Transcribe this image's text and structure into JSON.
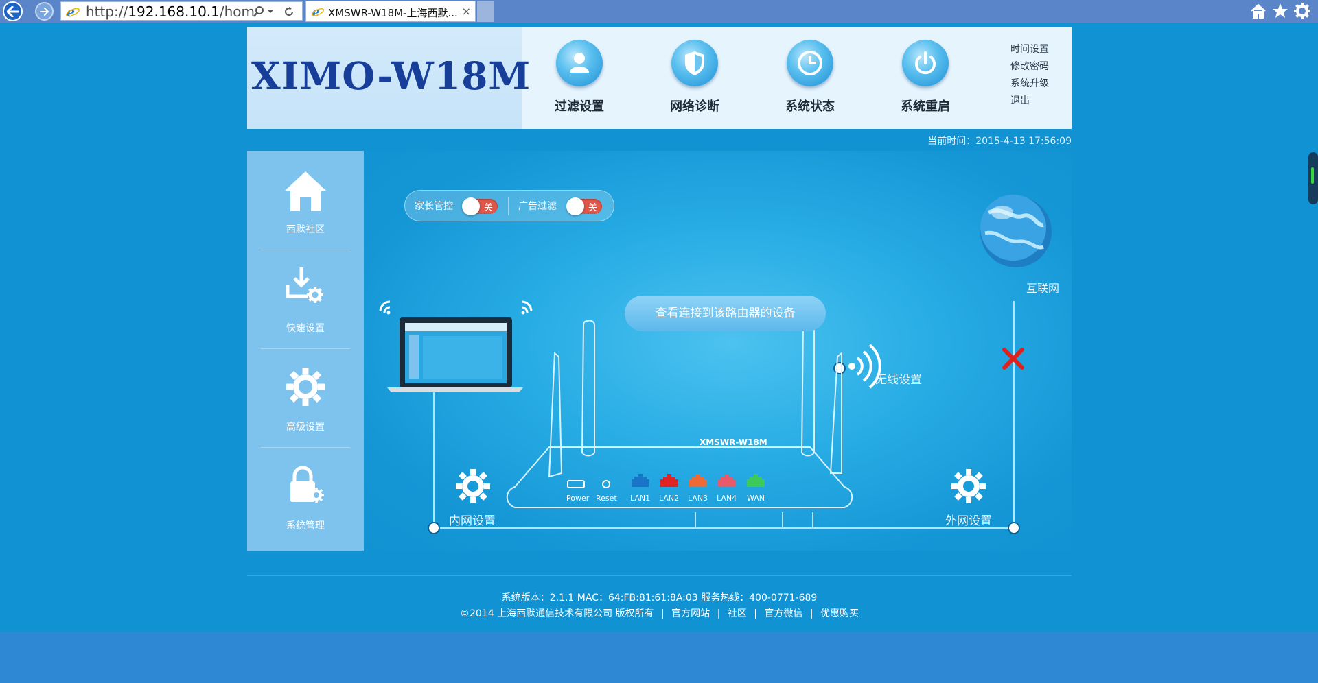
{
  "browser": {
    "url": "http://192.168.10.1/hom",
    "url_scheme": "http://",
    "url_host": "192.168.10.1",
    "url_rest": "/hom",
    "tab_title": "XMSWR-W18M-上海西默...",
    "tab_close": "×",
    "icons": [
      "back-arrow-icon",
      "forward-arrow-icon",
      "ie-logo-icon",
      "search-icon",
      "dropdown-icon",
      "refresh-icon",
      "home-icon",
      "favorites-star-icon",
      "settings-gear-icon"
    ]
  },
  "header": {
    "brand": "XIMO-W18M",
    "nav": [
      {
        "label": "过滤设置",
        "icon": "filter-user-icon"
      },
      {
        "label": "网络诊断",
        "icon": "shield-icon"
      },
      {
        "label": "系统状态",
        "icon": "clock-icon"
      },
      {
        "label": "系统重启",
        "icon": "power-icon"
      }
    ],
    "links": [
      "时间设置",
      "修改密码",
      "系统升级",
      "退出"
    ],
    "current_time": "当前时间：2015-4-13 17:56:09"
  },
  "sidebar": {
    "items": [
      {
        "label": "西默社区",
        "icon": "home-icon"
      },
      {
        "label": "快速设置",
        "icon": "download-gear-icon"
      },
      {
        "label": "高级设置",
        "icon": "gear-icon"
      },
      {
        "label": "系统管理",
        "icon": "lock-gear-icon"
      }
    ]
  },
  "stage": {
    "switches": [
      {
        "label": "家长管控",
        "state": "关"
      },
      {
        "label": "广告过滤",
        "state": "关"
      }
    ],
    "view_devices_button": "查看连接到该路由器的设备",
    "router_model": "XMSWR-W18M",
    "ports": [
      {
        "label": "Power"
      },
      {
        "label": "Reset"
      },
      {
        "label": "LAN1",
        "color": "#1a75c9"
      },
      {
        "label": "LAN2",
        "color": "#e02424"
      },
      {
        "label": "LAN3",
        "color": "#f06a35"
      },
      {
        "label": "LAN4",
        "color": "#e85a6a"
      },
      {
        "label": "WAN",
        "color": "#3ccb5a"
      }
    ],
    "lan_settings": "内网设置",
    "wan_settings": "外网设置",
    "wireless_settings": "无线设置",
    "internet": "互联网",
    "internet_status": "disconnected"
  },
  "footer": {
    "line1": "系统版本：2.1.1 MAC：64:FB:81:61:8A:03 服务热线：400-0771-689",
    "copyright": "©2014 上海西默通信技术有限公司 版权所有",
    "links": [
      "官方网站",
      "社区",
      "官方微信",
      "优惠购买"
    ],
    "separator": "|"
  }
}
